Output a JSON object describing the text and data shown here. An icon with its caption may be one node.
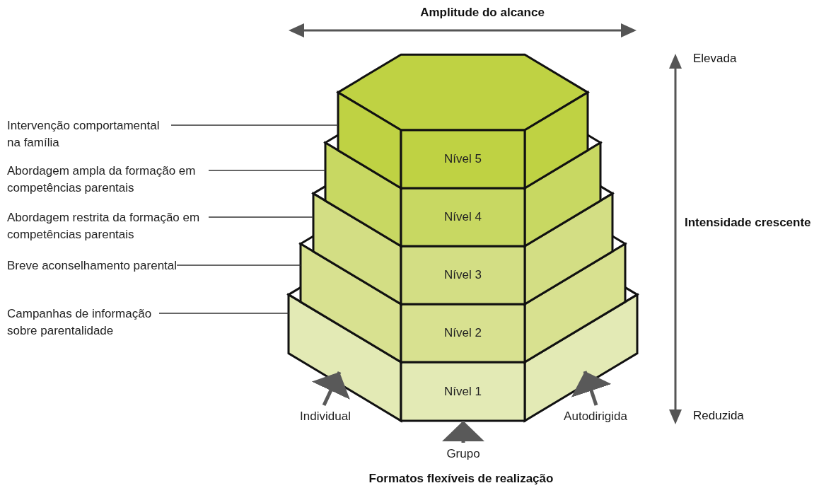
{
  "diagram": {
    "nodes": [
      {
        "text": [
          "Nível 5"
        ]
      },
      {
        "text": [
          "Nível 4"
        ]
      },
      {
        "text": [
          "Nível 3"
        ]
      },
      {
        "text": [
          "Nível 2"
        ]
      },
      {
        "text": [
          "Nível 1"
        ]
      },
      {
        "text": [
          "Intervenção comportamental na família"
        ]
      },
      {
        "text": [
          "Abordagem ampla da formação em competências parentais"
        ]
      },
      {
        "text": [
          "Abordagem restrita da formação em competências parentais"
        ]
      },
      {
        "text": [
          "Breve aconselhamento parental"
        ]
      },
      {
        "text": [
          "Campanhas de informação sobre parentalidade"
        ]
      },
      {
        "text": [
          "Individual"
        ]
      },
      {
        "text": [
          "Grupo"
        ]
      },
      {
        "text": [
          "Autodirigida"
        ]
      }
    ],
    "edges": [
      {
        "from": 5,
        "to": null,
        "arrow": "none"
      },
      {
        "from": 6,
        "to": null,
        "arrow": "none"
      },
      {
        "from": 7,
        "to": null,
        "arrow": "none"
      },
      {
        "from": 8,
        "to": null,
        "arrow": "none"
      },
      {
        "from": 9,
        "to": null,
        "arrow": "none"
      },
      {
        "from": 10,
        "to": null,
        "arrow": "to",
        "style": "thick",
        "color": "#595959"
      },
      {
        "from": 11,
        "to": 4,
        "arrow": "to",
        "style": "thick",
        "color": "#595959"
      },
      {
        "from": 12,
        "to": null,
        "arrow": "to",
        "style": "thick",
        "color": "#595959"
      }
    ],
    "labels": [
      "Amplitude do alcance",
      "Elevada",
      "Intensidade crescente",
      "Reduzida",
      "Formatos flexíveis de realização"
    ]
  }
}
